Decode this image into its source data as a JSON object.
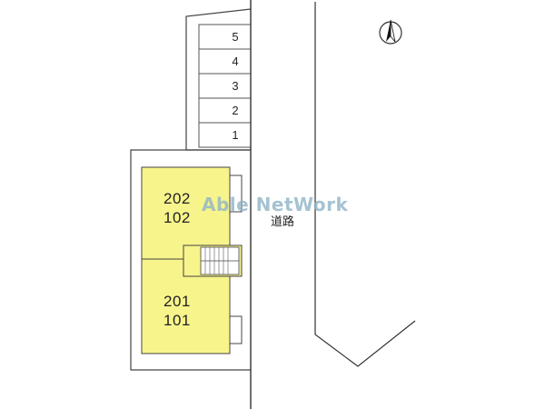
{
  "map": {
    "watermark": "Able NetWork",
    "road_label": "道路",
    "compass_icon": "north-arrow-icon",
    "parking_spots": [
      "5",
      "4",
      "3",
      "2",
      "1"
    ],
    "units": [
      {
        "upper": "202",
        "lower": "102"
      },
      {
        "upper": "201",
        "lower": "101"
      }
    ],
    "colors": {
      "building_fill": "#f7f48c",
      "line": "#333333",
      "watermark": "#8fb4c8"
    }
  }
}
